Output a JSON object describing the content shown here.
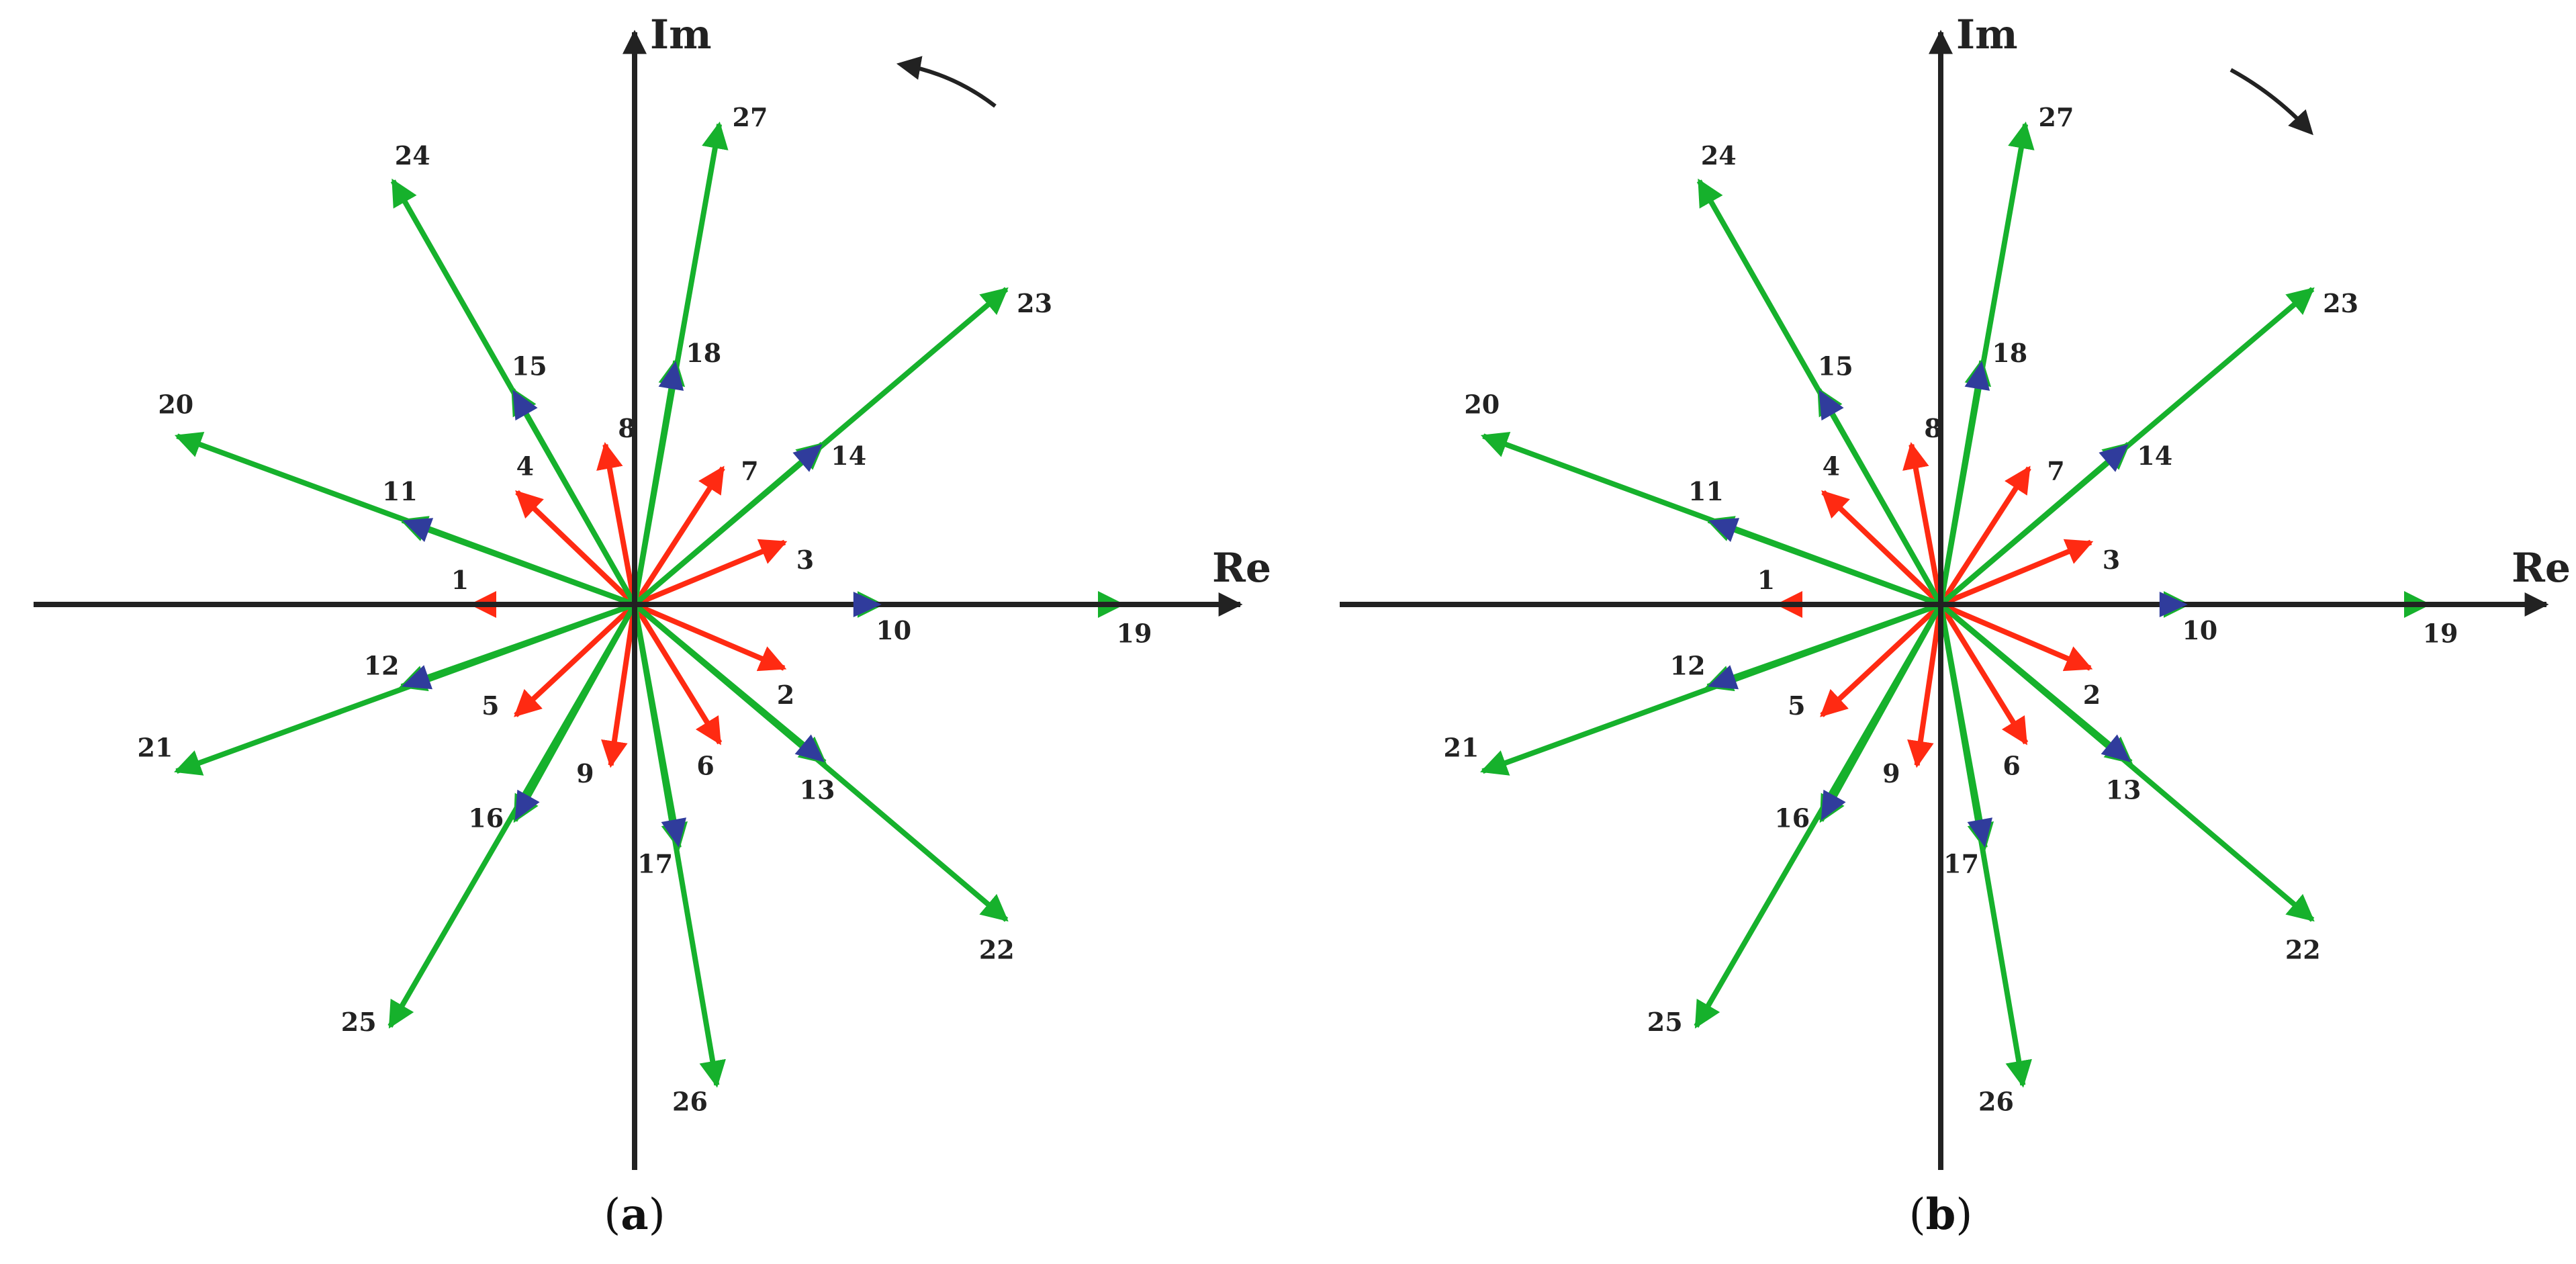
{
  "colors": {
    "axis": "#222222",
    "small_vectors": "#ff2a12",
    "medium_vectors": "#303c9c",
    "large_vectors": "#16b12c",
    "label": "#222222"
  },
  "axes": {
    "real_label": "Re",
    "imag_label": "Im"
  },
  "vectors": [
    {
      "id": "1",
      "set": "small",
      "angle_deg": 180,
      "magnitude": 1.0
    },
    {
      "id": "2",
      "set": "small",
      "angle_deg": -23.1,
      "magnitude": 1.0
    },
    {
      "id": "3",
      "set": "small",
      "angle_deg": 22.5,
      "magnitude": 1.0
    },
    {
      "id": "4",
      "set": "small",
      "angle_deg": 136.3,
      "magnitude": 1.0
    },
    {
      "id": "5",
      "set": "small",
      "angle_deg": -137.0,
      "magnitude": 1.0
    },
    {
      "id": "6",
      "set": "small",
      "angle_deg": -58.4,
      "magnitude": 1.0
    },
    {
      "id": "7",
      "set": "small",
      "angle_deg": 57.1,
      "magnitude": 1.0
    },
    {
      "id": "8",
      "set": "small",
      "angle_deg": 100.4,
      "magnitude": 1.0
    },
    {
      "id": "9",
      "set": "small",
      "angle_deg": -98.4,
      "magnitude": 1.0
    },
    {
      "id": "10",
      "set": "medium",
      "angle_deg": 0,
      "magnitude": 1.52
    },
    {
      "id": "11",
      "set": "medium",
      "angle_deg": 160.1,
      "magnitude": 1.52
    },
    {
      "id": "12",
      "set": "medium",
      "angle_deg": -160.6,
      "magnitude": 1.52
    },
    {
      "id": "13",
      "set": "medium",
      "angle_deg": -39.7,
      "magnitude": 1.52
    },
    {
      "id": "14",
      "set": "medium",
      "angle_deg": 40.5,
      "magnitude": 1.52
    },
    {
      "id": "15",
      "set": "medium",
      "angle_deg": 119.6,
      "magnitude": 1.52
    },
    {
      "id": "16",
      "set": "medium",
      "angle_deg": -119.0,
      "magnitude": 1.52
    },
    {
      "id": "17",
      "set": "medium",
      "angle_deg": -79.7,
      "magnitude": 1.52
    },
    {
      "id": "18",
      "set": "medium",
      "angle_deg": 80.4,
      "magnitude": 1.52
    },
    {
      "id": "19",
      "set": "large",
      "angle_deg": 0,
      "magnitude": 3.0
    },
    {
      "id": "20",
      "set": "large",
      "angle_deg": 159.8,
      "magnitude": 3.0
    },
    {
      "id": "21",
      "set": "large",
      "angle_deg": -160.0,
      "magnitude": 3.0
    },
    {
      "id": "22",
      "set": "large",
      "angle_deg": -40.3,
      "magnitude": 3.0
    },
    {
      "id": "23",
      "set": "large",
      "angle_deg": 40.3,
      "magnitude": 3.0
    },
    {
      "id": "24",
      "set": "large",
      "angle_deg": 119.7,
      "magnitude": 3.0
    },
    {
      "id": "25",
      "set": "large",
      "angle_deg": -120.1,
      "magnitude": 3.0
    },
    {
      "id": "26",
      "set": "large",
      "angle_deg": -80.3,
      "magnitude": 3.0
    },
    {
      "id": "27",
      "set": "large",
      "angle_deg": 80.0,
      "magnitude": 3.0
    }
  ],
  "panels": [
    {
      "letter": "a",
      "caption_open": "(",
      "caption_close": ")",
      "rotation": "counterclockwise"
    },
    {
      "letter": "b",
      "caption_open": "(",
      "caption_close": ")",
      "rotation": "clockwise"
    }
  ]
}
